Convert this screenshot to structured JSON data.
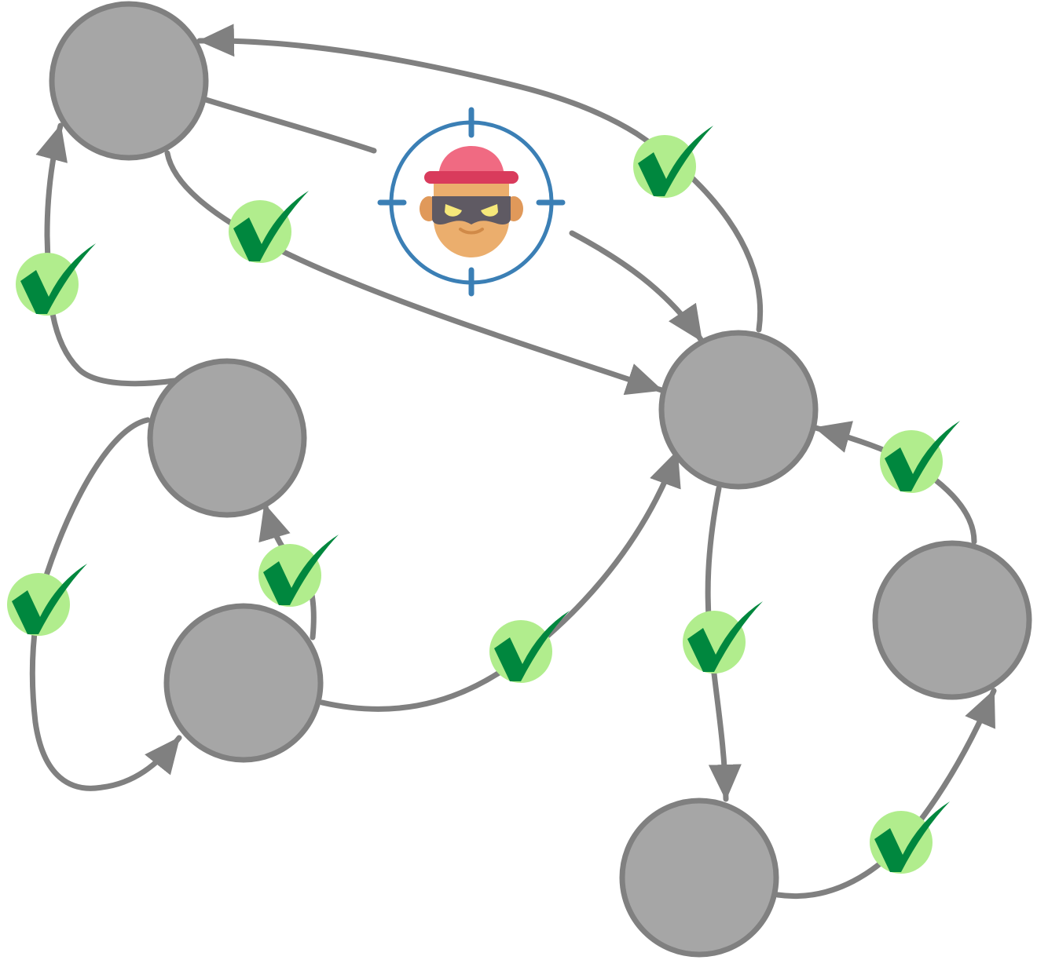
{
  "diagram": {
    "type": "directed-graph",
    "colors": {
      "node_fill": "#a6a6a6",
      "node_stroke": "#808080",
      "edge": "#808080",
      "check_bg": "#b1ed8d",
      "check_mark": "#00873e",
      "target_ring": "#3b7fb5",
      "hat": "#f06a82",
      "hat_band": "#d93b5c",
      "face": "#ebae6d",
      "mask": "#5f5a63",
      "eyes": "#f6e87a"
    },
    "nodes": [
      "n1",
      "n2",
      "n3",
      "n4",
      "n5",
      "n6",
      "n7"
    ],
    "edges": [
      {
        "from": "n1",
        "to": "n5",
        "status": "attacked",
        "icon": "attacker-target-icon"
      },
      {
        "from": "n1",
        "to": "n5",
        "status": "verified",
        "icon": "checkmark-icon"
      },
      {
        "from": "n5",
        "to": "n1",
        "status": "verified",
        "icon": "checkmark-icon"
      },
      {
        "from": "n2",
        "to": "n1",
        "status": "verified",
        "icon": "checkmark-icon"
      },
      {
        "from": "n2",
        "to": "n3",
        "status": "verified",
        "icon": "checkmark-icon"
      },
      {
        "from": "n3",
        "to": "n2",
        "status": "verified",
        "icon": "checkmark-icon"
      },
      {
        "from": "n3",
        "to": "n5",
        "status": "verified",
        "icon": "checkmark-icon"
      },
      {
        "from": "n5",
        "to": "n7",
        "status": "verified",
        "icon": "checkmark-icon"
      },
      {
        "from": "n7",
        "to": "n6",
        "status": "verified",
        "icon": "checkmark-icon"
      },
      {
        "from": "n6",
        "to": "n5",
        "status": "verified",
        "icon": "checkmark-icon"
      }
    ]
  }
}
